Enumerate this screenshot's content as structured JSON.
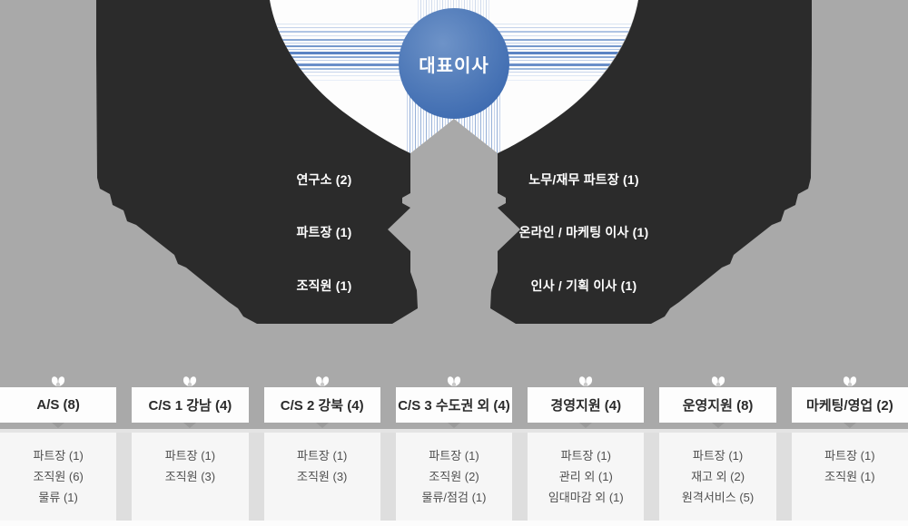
{
  "ceo": {
    "label": "대표이사"
  },
  "executive_left": [
    {
      "label": "연구소 (2)"
    },
    {
      "label": "파트장 (1)"
    },
    {
      "label": "조직원 (1)"
    }
  ],
  "executive_right": [
    {
      "label": "노무/재무 파트장 (1)"
    },
    {
      "label": "온라인 / 마케팅 이사 (1)"
    },
    {
      "label": "인사 / 기획 이사 (1)"
    }
  ],
  "departments": [
    {
      "title": "A/S (8)",
      "items": [
        "파트장 (1)",
        "조직원 (6)",
        "물류 (1)"
      ]
    },
    {
      "title": "C/S 1 강남 (4)",
      "items": [
        "파트장 (1)",
        "조직원 (3)"
      ]
    },
    {
      "title": "C/S 2 강북 (4)",
      "items": [
        "파트장 (1)",
        "조직원 (3)"
      ]
    },
    {
      "title": "C/S 3 수도권 외 (4)",
      "items": [
        "파트장 (1)",
        "조직원 (2)",
        "물류/점검 (1)"
      ]
    },
    {
      "title": "경영지원 (4)",
      "items": [
        "파트장 (1)",
        "관리 외 (1)",
        "임대마감 외 (1)"
      ]
    },
    {
      "title": "운영지원 (8)",
      "items": [
        "파트장 (1)",
        "재고 외 (2)",
        "원격서비스 (5)"
      ]
    },
    {
      "title": "마케팅/영업 (2)",
      "items": [
        "파트장 (1)",
        "조직원 (1)"
      ]
    }
  ],
  "colors": {
    "accent_blue": "#4a74b6",
    "dark_shape": "#2b2b2b",
    "background_gray": "#a9a9a9",
    "panel_light": "#f6f6f6"
  }
}
